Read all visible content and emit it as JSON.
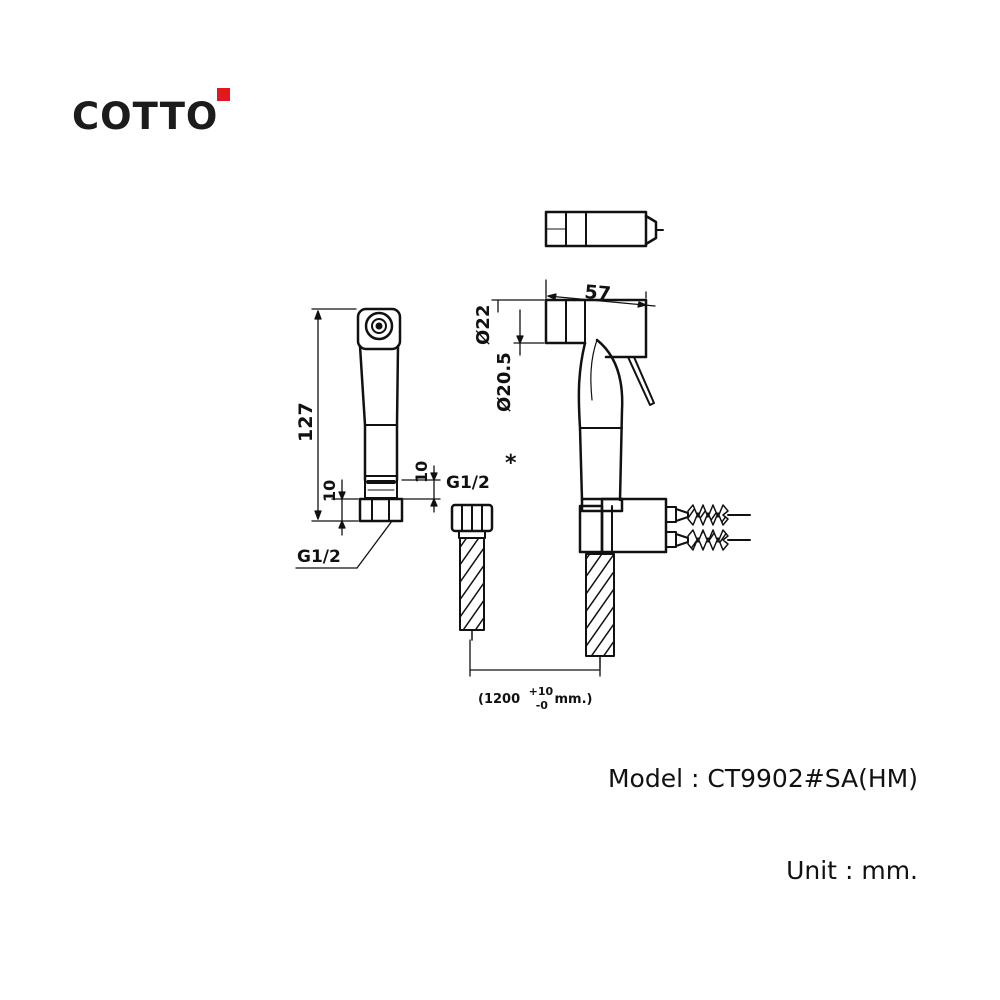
{
  "brand": {
    "name": "COTTO",
    "accent_color": "#e3181f"
  },
  "dimensions": {
    "length_57": "57",
    "dia_22": "Ø22",
    "dia_20_5": "Ø20.5",
    "height_127": "127",
    "left_10": "10",
    "right_10": "10",
    "thread_left": "G1/2",
    "thread_hose": "G1/2",
    "asterisk": "*",
    "hose_open": "(1200",
    "hose_tol_plus": "+10",
    "hose_tol_minus": "-0",
    "hose_unit": "mm.)"
  },
  "model": {
    "label": "Model",
    "separator": ":",
    "value": "CT9902#SA(HM)"
  },
  "unit": {
    "label": "Unit",
    "separator": ":",
    "value": "mm."
  }
}
